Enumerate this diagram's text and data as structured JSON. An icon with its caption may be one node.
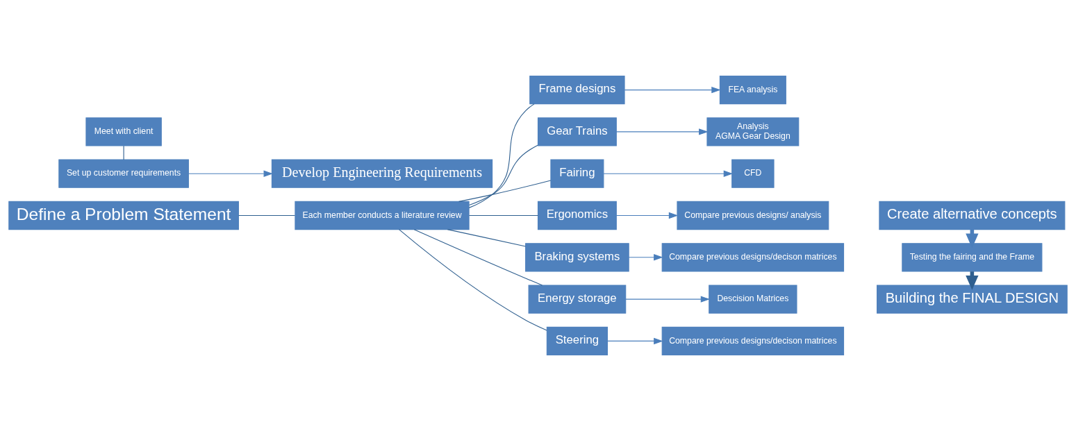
{
  "diagram": {
    "nodes": [
      {
        "text": [
          "Define a Problem Statement"
        ]
      },
      {
        "text": [
          "Meet with client"
        ]
      },
      {
        "text": [
          "Set up customer requirements"
        ]
      },
      {
        "text": [
          "Develop Engineering Requirements"
        ]
      },
      {
        "text": [
          "Each member conducts a literature review"
        ]
      },
      {
        "text": [
          "Frame designs"
        ]
      },
      {
        "text": [
          "Gear Trains"
        ]
      },
      {
        "text": [
          "Fairing"
        ]
      },
      {
        "text": [
          "Ergonomics"
        ]
      },
      {
        "text": [
          "Braking systems"
        ]
      },
      {
        "text": [
          "Energy storage"
        ]
      },
      {
        "text": [
          "Steering"
        ]
      },
      {
        "text": [
          "FEA analysis"
        ]
      },
      {
        "text": [
          "Analysis",
          "AGMA Gear Design"
        ]
      },
      {
        "text": [
          "CFD"
        ]
      },
      {
        "text": [
          "Compare previous designs/ analysis"
        ]
      },
      {
        "text": [
          "Compare previous designs/decison matrices"
        ]
      },
      {
        "text": [
          "Descision Matrices"
        ]
      },
      {
        "text": [
          "Compare previous designs/decison matrices"
        ]
      },
      {
        "text": [
          "Create alternative concepts"
        ]
      },
      {
        "text": [
          "Testing the fairing and the Frame"
        ]
      },
      {
        "text": [
          "Building the FINAL DESIGN"
        ]
      }
    ],
    "edges": [
      {
        "from": 0,
        "to": 4,
        "arrow": "none",
        "color": "#2f5f8f"
      },
      {
        "from": 1,
        "to": 2,
        "arrow": "none",
        "color": "#2f5f8f"
      },
      {
        "from": 2,
        "to": 3,
        "arrow": "to"
      },
      {
        "from": 4,
        "to": 5,
        "arrow": "none",
        "color": "#2f5f8f"
      },
      {
        "from": 4,
        "to": 6,
        "arrow": "none",
        "color": "#2f5f8f"
      },
      {
        "from": 4,
        "to": 7,
        "arrow": "none",
        "color": "#2f5f8f"
      },
      {
        "from": 4,
        "to": 8,
        "arrow": "none",
        "color": "#2f5f8f"
      },
      {
        "from": 4,
        "to": 9,
        "arrow": "none",
        "color": "#2f5f8f"
      },
      {
        "from": 4,
        "to": 10,
        "arrow": "none",
        "color": "#2f5f8f"
      },
      {
        "from": 4,
        "to": 11,
        "arrow": "none",
        "color": "#2f5f8f"
      },
      {
        "from": 5,
        "to": 12,
        "arrow": "to"
      },
      {
        "from": 6,
        "to": 13,
        "arrow": "to"
      },
      {
        "from": 7,
        "to": 14,
        "arrow": "to"
      },
      {
        "from": 8,
        "to": 15,
        "arrow": "to"
      },
      {
        "from": 9,
        "to": 16,
        "arrow": "to"
      },
      {
        "from": 10,
        "to": 17,
        "arrow": "to"
      },
      {
        "from": 11,
        "to": 18,
        "arrow": "to"
      },
      {
        "from": 19,
        "to": 20,
        "arrow": "to",
        "style": "thick"
      },
      {
        "from": 20,
        "to": 21,
        "arrow": "to",
        "style": "thick",
        "color": "#2f5f8f"
      }
    ]
  }
}
